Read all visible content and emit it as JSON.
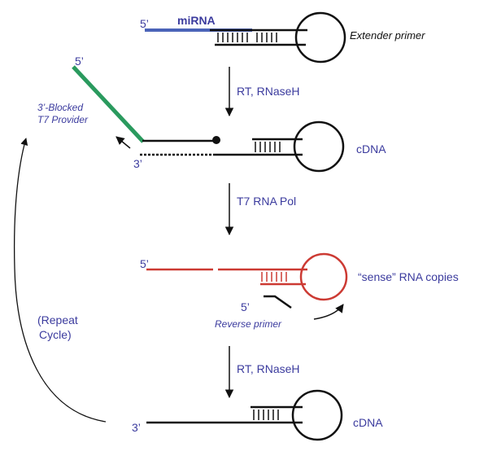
{
  "colors": {
    "text": "#3b3b9e",
    "mirna": "#4a63b8",
    "t7_provider": "#2a9a5e",
    "rna": "#cc3a33",
    "dna": "#111111"
  },
  "labels": {
    "mirna_5prime": "5’",
    "mirna": "miRNA",
    "extender_primer": "Extender primer",
    "t7_5prime": "5’",
    "blocked_t7_line1": "3’-Blocked",
    "blocked_t7_line2": "T7 Provider",
    "cdna_3prime": "3’",
    "step1": "RT, RNaseH",
    "cdna1": "cDNA",
    "step2": "T7 RNA Pol",
    "rna_5prime": "5’",
    "sense_rna": "“sense” RNA copies",
    "rev_5prime": "5’",
    "reverse_primer": "Reverse primer",
    "repeat_line1": "(Repeat",
    "repeat_line2": "Cycle)",
    "step3": "RT, RNaseH",
    "final_3prime": "3’",
    "cdna2": "cDNA"
  }
}
